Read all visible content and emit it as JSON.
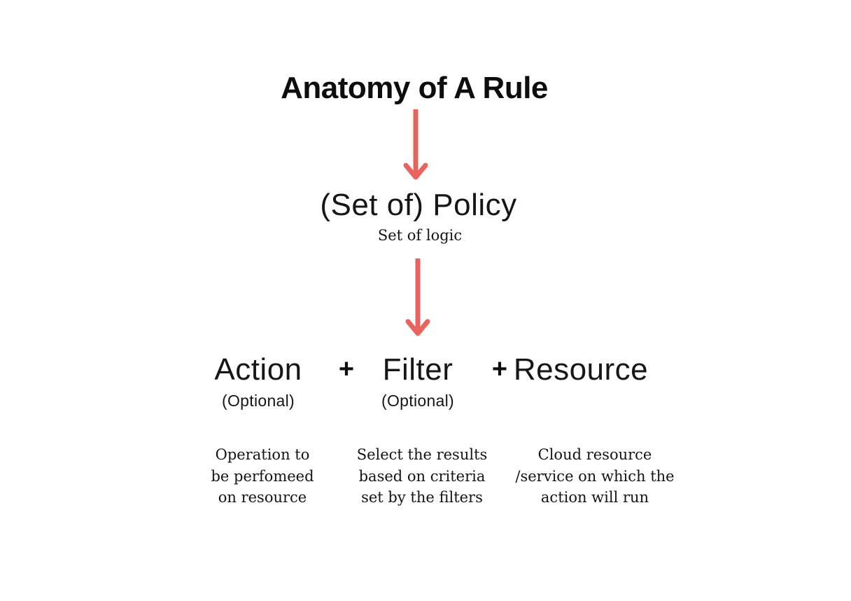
{
  "title": "Anatomy of A Rule",
  "policy": {
    "label": "(Set of) Policy",
    "sublabel": "Set of logic"
  },
  "plus": "+",
  "components": [
    {
      "label": "Action",
      "optional": "(Optional)",
      "description_lines": [
        "Operation to",
        "be perfomeed",
        "on resource"
      ]
    },
    {
      "label": "Filter",
      "optional": "(Optional)",
      "description_lines": [
        "Select the results",
        "based on criteria",
        "set by the filters"
      ]
    },
    {
      "label": "Resource",
      "description_lines": [
        "Cloud resource",
        "/service on which the",
        "action will run"
      ]
    }
  ],
  "colors": {
    "arrow": "#E8655F",
    "text": "#111111",
    "background": "#FFFFFF"
  }
}
